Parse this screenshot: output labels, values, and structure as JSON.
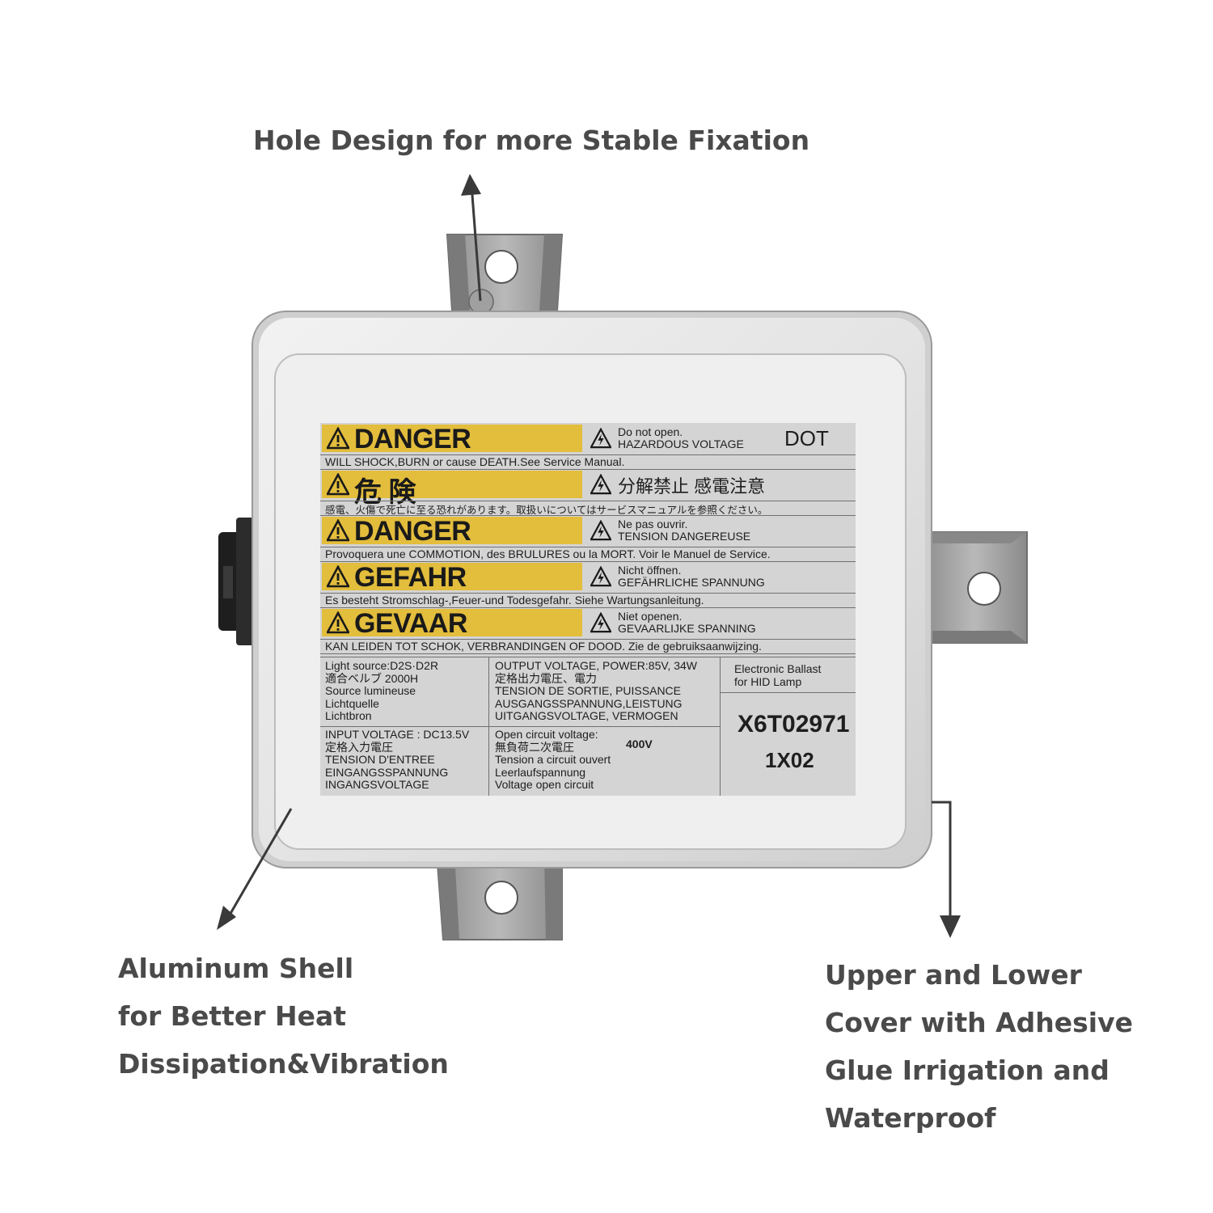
{
  "callouts": {
    "top": "Hole Design for more Stable Fixation",
    "left": [
      "Aluminum Shell",
      "for Better Heat",
      "Dissipation&Vibration"
    ],
    "right": [
      "Upper and Lower",
      "Cover with Adhesive",
      "Glue Irrigation and",
      "Waterproof"
    ]
  },
  "label": {
    "dot": "DOT",
    "rows": [
      {
        "heading": "DANGER",
        "warn1": "Do  not  open.",
        "warn2": "HAZARDOUS  VOLTAGE",
        "sub": "WILL SHOCK,BURN or cause DEATH.See Service Manual."
      },
      {
        "heading": "危  険",
        "warn1": "分解禁止  感電注意",
        "warn2": "",
        "sub": "感電、火傷で死亡に至る恐れがあります。取扱いについてはサービスマニュアルを参照ください。"
      },
      {
        "heading": "DANGER",
        "warn1": "Ne pas ouvrir.",
        "warn2": "TENSION DANGEREUSE",
        "sub": "Provoquera une COMMOTION, des BRULURES ou la MORT. Voir le Manuel de Service."
      },
      {
        "heading": "GEFAHR",
        "warn1": "Nicht öffnen.",
        "warn2": "GEFÄHRLICHE  SPANNUNG",
        "sub": "Es besteht Stromschlag-,Feuer-und Todesgefahr. Siehe Wartungsanleitung."
      },
      {
        "heading": "GEVAAR",
        "warn1": "Niet openen.",
        "warn2": "GEVAARLIJKE  SPANNING",
        "sub": "KAN  LEIDEN  TOT  SCHOK,  VERBRANDINGEN  OF  DOOD.  Zie  de  gebruiksaanwijzing."
      }
    ],
    "spec_left_top": [
      "Light source:D2S·D2R",
      "適合ベルブ        2000H",
      "Source lumineuse",
      "Lichtquelle",
      "Lichtbron"
    ],
    "spec_left_bottom": [
      "INPUT VOLTAGE : DC13.5V",
      "定格入力電圧",
      "TENSION D'ENTREE",
      "EINGANGSSPANNUNG",
      "INGANGSVOLTAGE"
    ],
    "spec_mid_top": [
      "OUTPUT VOLTAGE, POWER:85V, 34W",
      "定格出力電圧、電力",
      "TENSION DE SORTIE, PUISSANCE",
      "AUSGANGSSPANNUNG,LEISTUNG",
      "UITGANGSVOLTAGE, VERMOGEN"
    ],
    "spec_mid_bottom": [
      "Open circuit voltage:",
      "無負荷二次電圧",
      "Tension a circuit ouvert",
      "Leerlaufspannung",
      "Voltage open circuit"
    ],
    "open_voltage": "400V",
    "product_line1": "Electronic Ballast",
    "product_line2": "for HID Lamp",
    "model": "X6T02971",
    "code": "1X02"
  }
}
